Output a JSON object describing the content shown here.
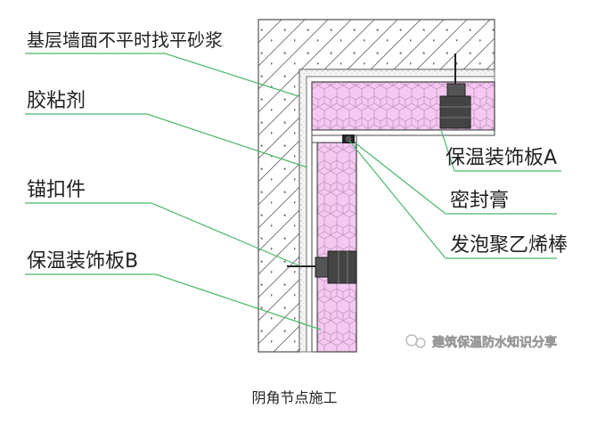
{
  "labels_left": [
    {
      "id": "base-mortar",
      "text": "基层墙面不平时找平砂浆"
    },
    {
      "id": "adhesive",
      "text": "胶粘剂"
    },
    {
      "id": "anchor",
      "text": "锚扣件"
    },
    {
      "id": "panel-b",
      "text": "保温装饰板B"
    }
  ],
  "labels_right": [
    {
      "id": "panel-a",
      "text": "保温装饰板A"
    },
    {
      "id": "sealant",
      "text": "密封膏"
    },
    {
      "id": "foam-rod",
      "text": "发泡聚乙烯棒"
    }
  ],
  "watermark": "建筑保温防水知识分享",
  "caption": "阴角节点施工",
  "colors": {
    "insulation": "#f4c8f0",
    "hex_line": "#c79ac3",
    "leader": "#49b86a",
    "concrete_line": "#555555",
    "sealant": "#222222"
  }
}
